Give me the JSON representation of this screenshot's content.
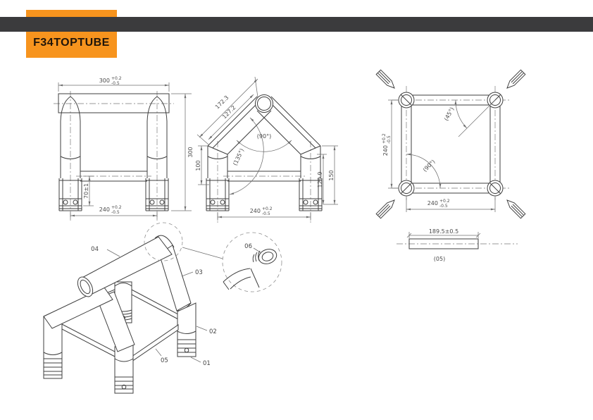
{
  "header": {
    "title": "F34TOPTUBE",
    "colors": {
      "accent": "#f7941e",
      "bar": "#3b3b3d",
      "title_text": "#20150a"
    }
  },
  "dims": {
    "t300": {
      "v": "300",
      "p": "+0.2",
      "m": "-0.5"
    },
    "t240": {
      "v": "240",
      "p": "+0.2",
      "m": "-0.5"
    },
    "h300": "300",
    "leg70": "70±1",
    "d172": "172.3",
    "d127": "127.2",
    "a90": "(90°)",
    "a135": "(135°)",
    "h100": "100",
    "h1299": "129.9",
    "h150": "150",
    "a45": "(45°)",
    "len189": "189.5±0.5",
    "part05_label": "(05)"
  },
  "callouts": {
    "c01": "01",
    "c02": "02",
    "c03": "03",
    "c04": "04",
    "c05": "05",
    "c06": "06"
  }
}
